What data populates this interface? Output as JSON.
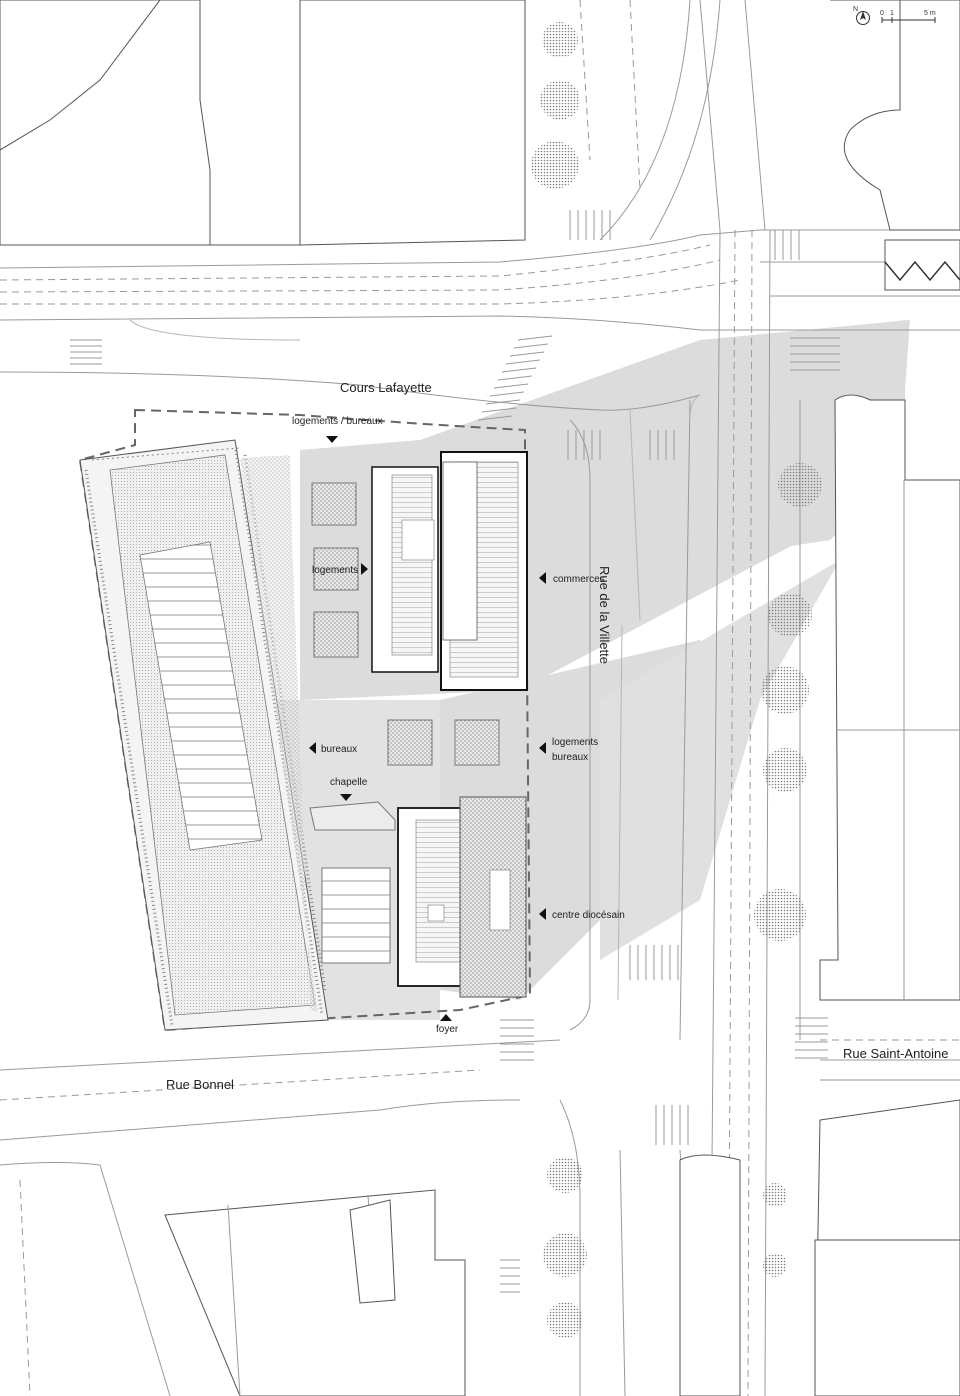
{
  "streets": {
    "cours_lafayette": "Cours Lafayette",
    "rue_villette": "Rue de la Villette",
    "rue_bonnel": "Rue Bonnel",
    "rue_saint_antoine": "Rue Saint-Antoine"
  },
  "program_labels": {
    "logements_bureaux_top": "logements / bureaux",
    "logements": "logements",
    "commerces": "commerces",
    "bureaux": "bureaux",
    "logements_right": "logements",
    "bureaux_right": "bureaux",
    "chapelle": "chapelle",
    "centre_diocesain": "centre diocésain",
    "foyer": "foyer"
  },
  "north_arrow": {
    "label": "N"
  },
  "scale_bar": {
    "tick_0": "0",
    "tick_1": "1",
    "tick_5": "5 m"
  },
  "colors": {
    "shadow": "#dcdcdc",
    "building_outline": "#555555",
    "emphasis_outline": "#111111",
    "street_line": "#9a9a9a",
    "hatch": "#8a8a8a"
  }
}
